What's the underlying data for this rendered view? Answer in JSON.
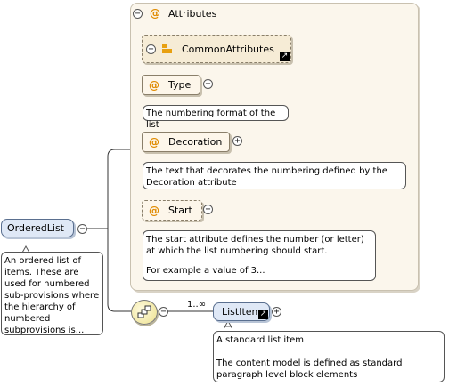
{
  "root": {
    "name": "OrderedList",
    "doc": "An ordered list of items. These are used for numbered sub-provisions where the hierarchy of numbered subprovisions is..."
  },
  "attributes_group": {
    "title": "Attributes",
    "common": "CommonAttributes",
    "items": [
      {
        "name": "Type",
        "doc": "The numbering format of the list"
      },
      {
        "name": "Decoration",
        "doc": "The text that decorates the numbering defined by the Decoration attribute"
      },
      {
        "name": "Start",
        "doc_lines": [
          "The start attribute defines the number (or letter) at which the list numbering should start.",
          "",
          "For example a value of 3..."
        ]
      }
    ]
  },
  "child": {
    "name": "ListItem",
    "cardinality": "1..∞",
    "doc_lines": [
      "A standard list item",
      "",
      "The content model is defined as standard paragraph level block elements"
    ]
  },
  "symbols": {
    "attribute": "@",
    "expand": "+",
    "collapse": "−",
    "reference": "↗"
  }
}
